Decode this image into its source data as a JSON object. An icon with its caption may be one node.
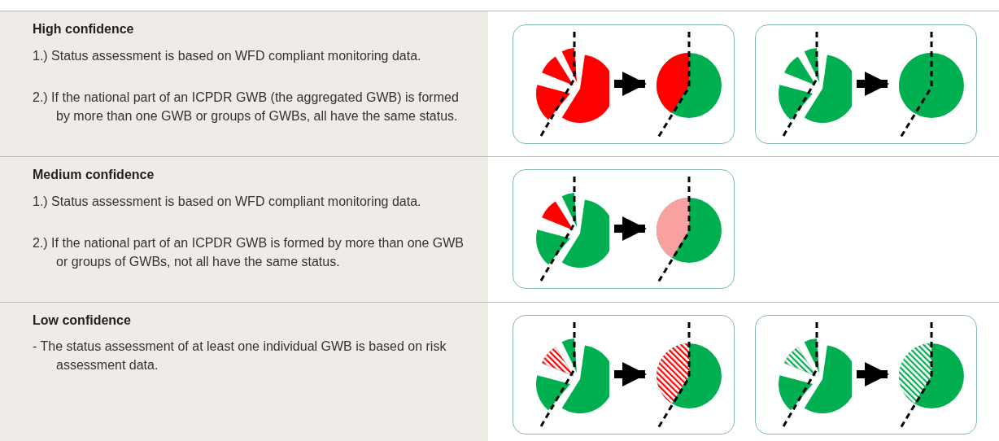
{
  "diagram": {
    "nodes": [
      {
        "text": [],
        "shape": "box"
      },
      {
        "text": [],
        "shape": "picture",
        "in": 0
      },
      {
        "text": [],
        "shape": "picture",
        "in": 0
      },
      {
        "text": [],
        "shape": "box"
      },
      {
        "text": [],
        "shape": "picture",
        "in": 3
      },
      {
        "text": [],
        "shape": "picture",
        "in": 3
      },
      {
        "text": [],
        "shape": "box"
      },
      {
        "text": [],
        "shape": "picture",
        "in": 6
      },
      {
        "text": [],
        "shape": "picture",
        "in": 6
      },
      {
        "text": [],
        "shape": "box"
      },
      {
        "text": [],
        "shape": "picture",
        "in": 9
      },
      {
        "text": [],
        "shape": "picture",
        "in": 9
      },
      {
        "text": [],
        "shape": "box"
      },
      {
        "text": [],
        "shape": "picture",
        "in": 12
      },
      {
        "text": [],
        "shape": "picture",
        "in": 12
      }
    ],
    "edges": [
      {
        "from": 1,
        "to": 2,
        "arrow": "to"
      },
      {
        "from": 4,
        "to": 5,
        "arrow": "to"
      },
      {
        "from": 7,
        "to": 8,
        "arrow": "to"
      },
      {
        "from": 10,
        "to": 11,
        "arrow": "to"
      },
      {
        "from": 13,
        "to": 14,
        "arrow": "to"
      }
    ],
    "labels": [
      "High confidence",
      "1.) Status assessment is based on WFD compliant monitoring data.",
      "2.) If the national part of an ICPDR GWB (the aggregated GWB) is formed by more than one GWB or groups of GWBs, all have the same status.",
      "Medium confidence",
      "1.) Status assessment is based on WFD compliant monitoring data.",
      "2.) If the national part of an ICPDR GWB is formed by more than one GWB or groups of GWBs, not all have the same status.",
      "Low confidence",
      "- The status assessment of at least one individual GWB is based on risk assessment data."
    ]
  }
}
